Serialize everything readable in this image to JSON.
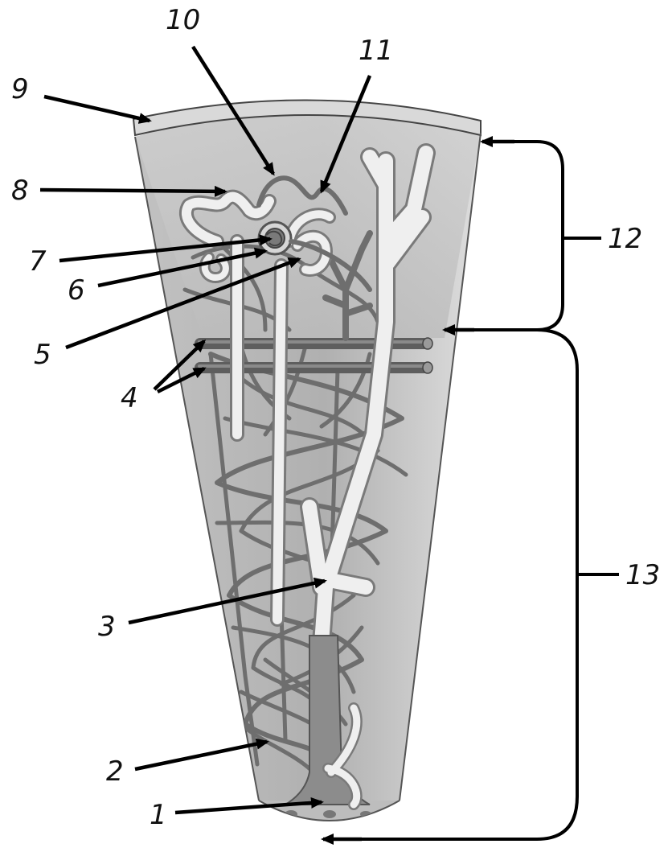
{
  "labels": {
    "l1": "1",
    "l2": "2",
    "l3": "3",
    "l4": "4",
    "l5": "5",
    "l6": "6",
    "l7": "7",
    "l8": "8",
    "l9": "9",
    "l10": "10",
    "l11": "11",
    "l12": "12",
    "l13": "13"
  },
  "colors": {
    "capsule": "#d6d6d6",
    "cortex": "#c4c4c4",
    "medulla": "#b3b3b3",
    "vessel": "#6e6e6e",
    "tubule": "#efefef"
  }
}
